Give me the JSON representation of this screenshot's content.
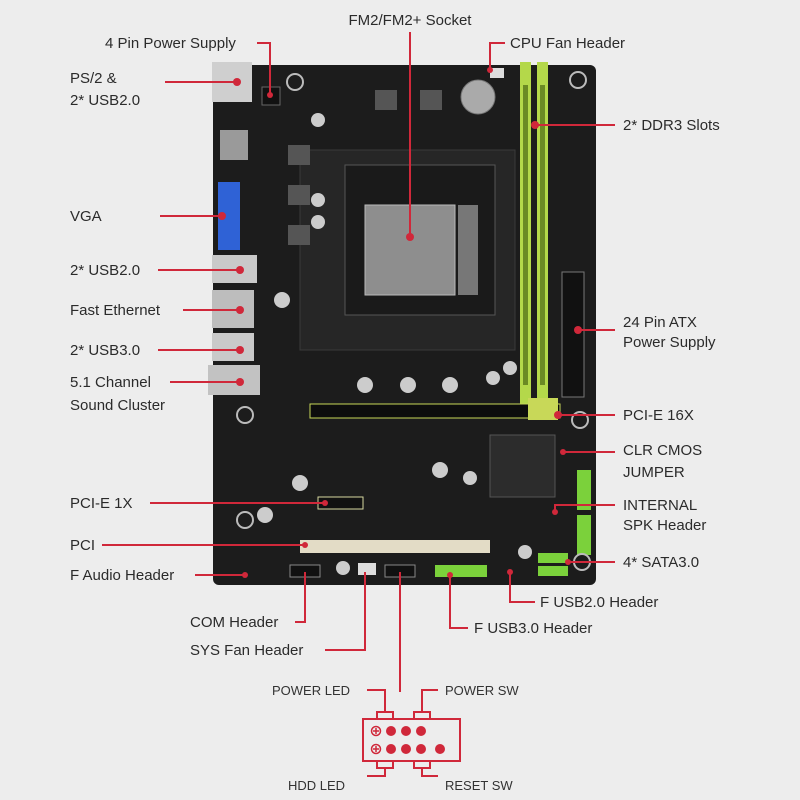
{
  "title": "FM2/FM2+ Socket",
  "labels": {
    "power4pin": "4 Pin Power Supply",
    "ps2_line1": "PS/2  &",
    "ps2_line2": "2* USB2.0",
    "vga": "VGA",
    "usb20": "2* USB2.0",
    "ethernet": "Fast Ethernet",
    "usb30": "2* USB3.0",
    "sound_line1": "5.1 Channel",
    "sound_line2": "Sound Cluster",
    "pcie1x": "PCI-E 1X",
    "pci": "PCI",
    "faudio": "F Audio Header",
    "com": "COM Header",
    "sysfan": "SYS Fan Header",
    "socket": "FM2/FM2+ Socket",
    "cpufan": "CPU Fan Header",
    "ddr3": "2* DDR3 Slots",
    "atx_line1": "24 Pin ATX",
    "atx_line2": "Power Supply",
    "pcie16x": "PCI-E 16X",
    "clr_line1": "CLR CMOS",
    "clr_line2": "JUMPER",
    "spk_line1": "INTERNAL",
    "spk_line2": "SPK Header",
    "sata": "4* SATA3.0",
    "fusb20": "F USB2.0 Header",
    "fusb30": "F USB3.0 Header"
  },
  "front_panel": {
    "power_led": "POWER LED",
    "power_sw": "POWER SW",
    "hdd_led": "HDD LED",
    "reset_sw": "RESET SW"
  },
  "colors": {
    "accent": "#d0283a",
    "board": "#1c1c1c",
    "ram": "#b4d84a"
  }
}
